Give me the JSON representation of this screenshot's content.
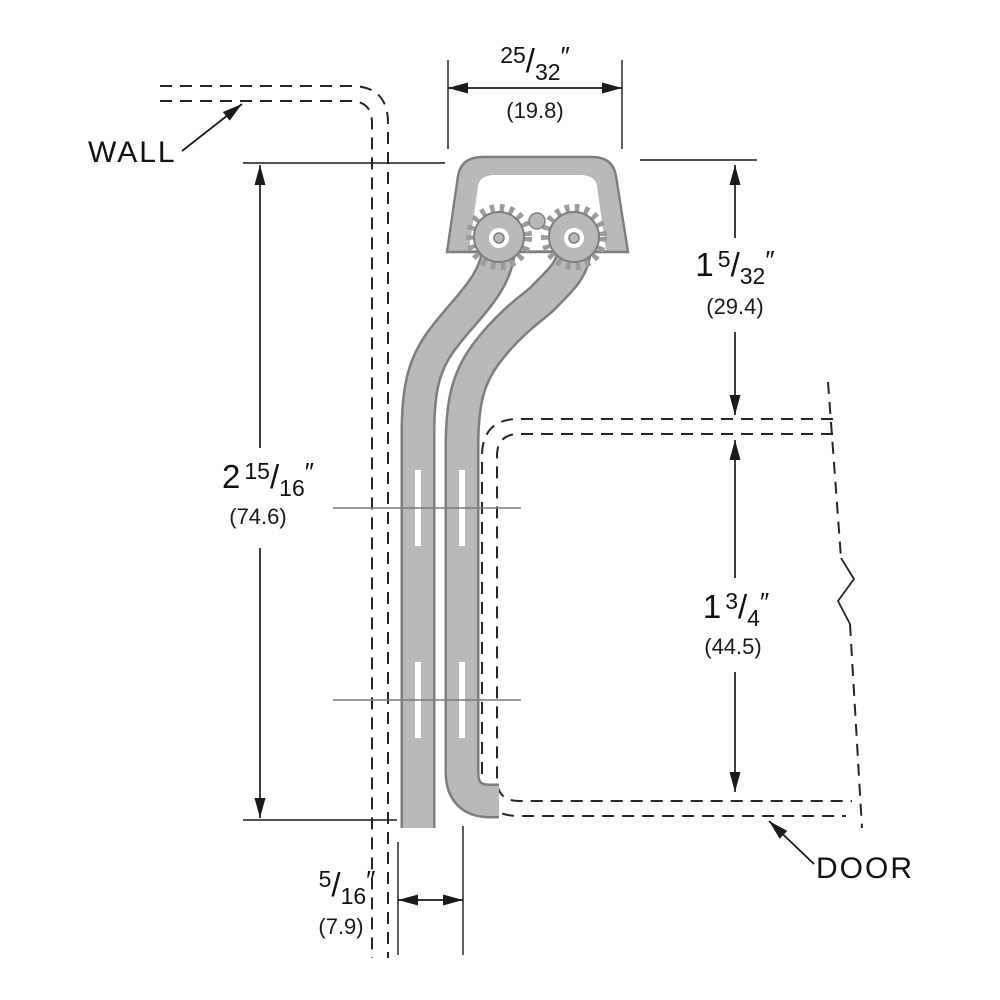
{
  "labels": {
    "wall": "WALL",
    "door": "DOOR"
  },
  "glyphs": {
    "slash": "/",
    "inch": "″"
  },
  "dimensions": {
    "top": {
      "num": "25",
      "den": "32",
      "metric": "(19.8)"
    },
    "right_upper": {
      "whole": "1",
      "num": "5",
      "den": "32",
      "metric": "(29.4)"
    },
    "left": {
      "whole": "2",
      "num": "15",
      "den": "16",
      "metric": "(74.6)"
    },
    "right_lower": {
      "whole": "1",
      "num": "3",
      "den": "4",
      "metric": "(44.5)"
    },
    "bottom": {
      "num": "5",
      "den": "16",
      "metric": "(7.9)"
    }
  }
}
